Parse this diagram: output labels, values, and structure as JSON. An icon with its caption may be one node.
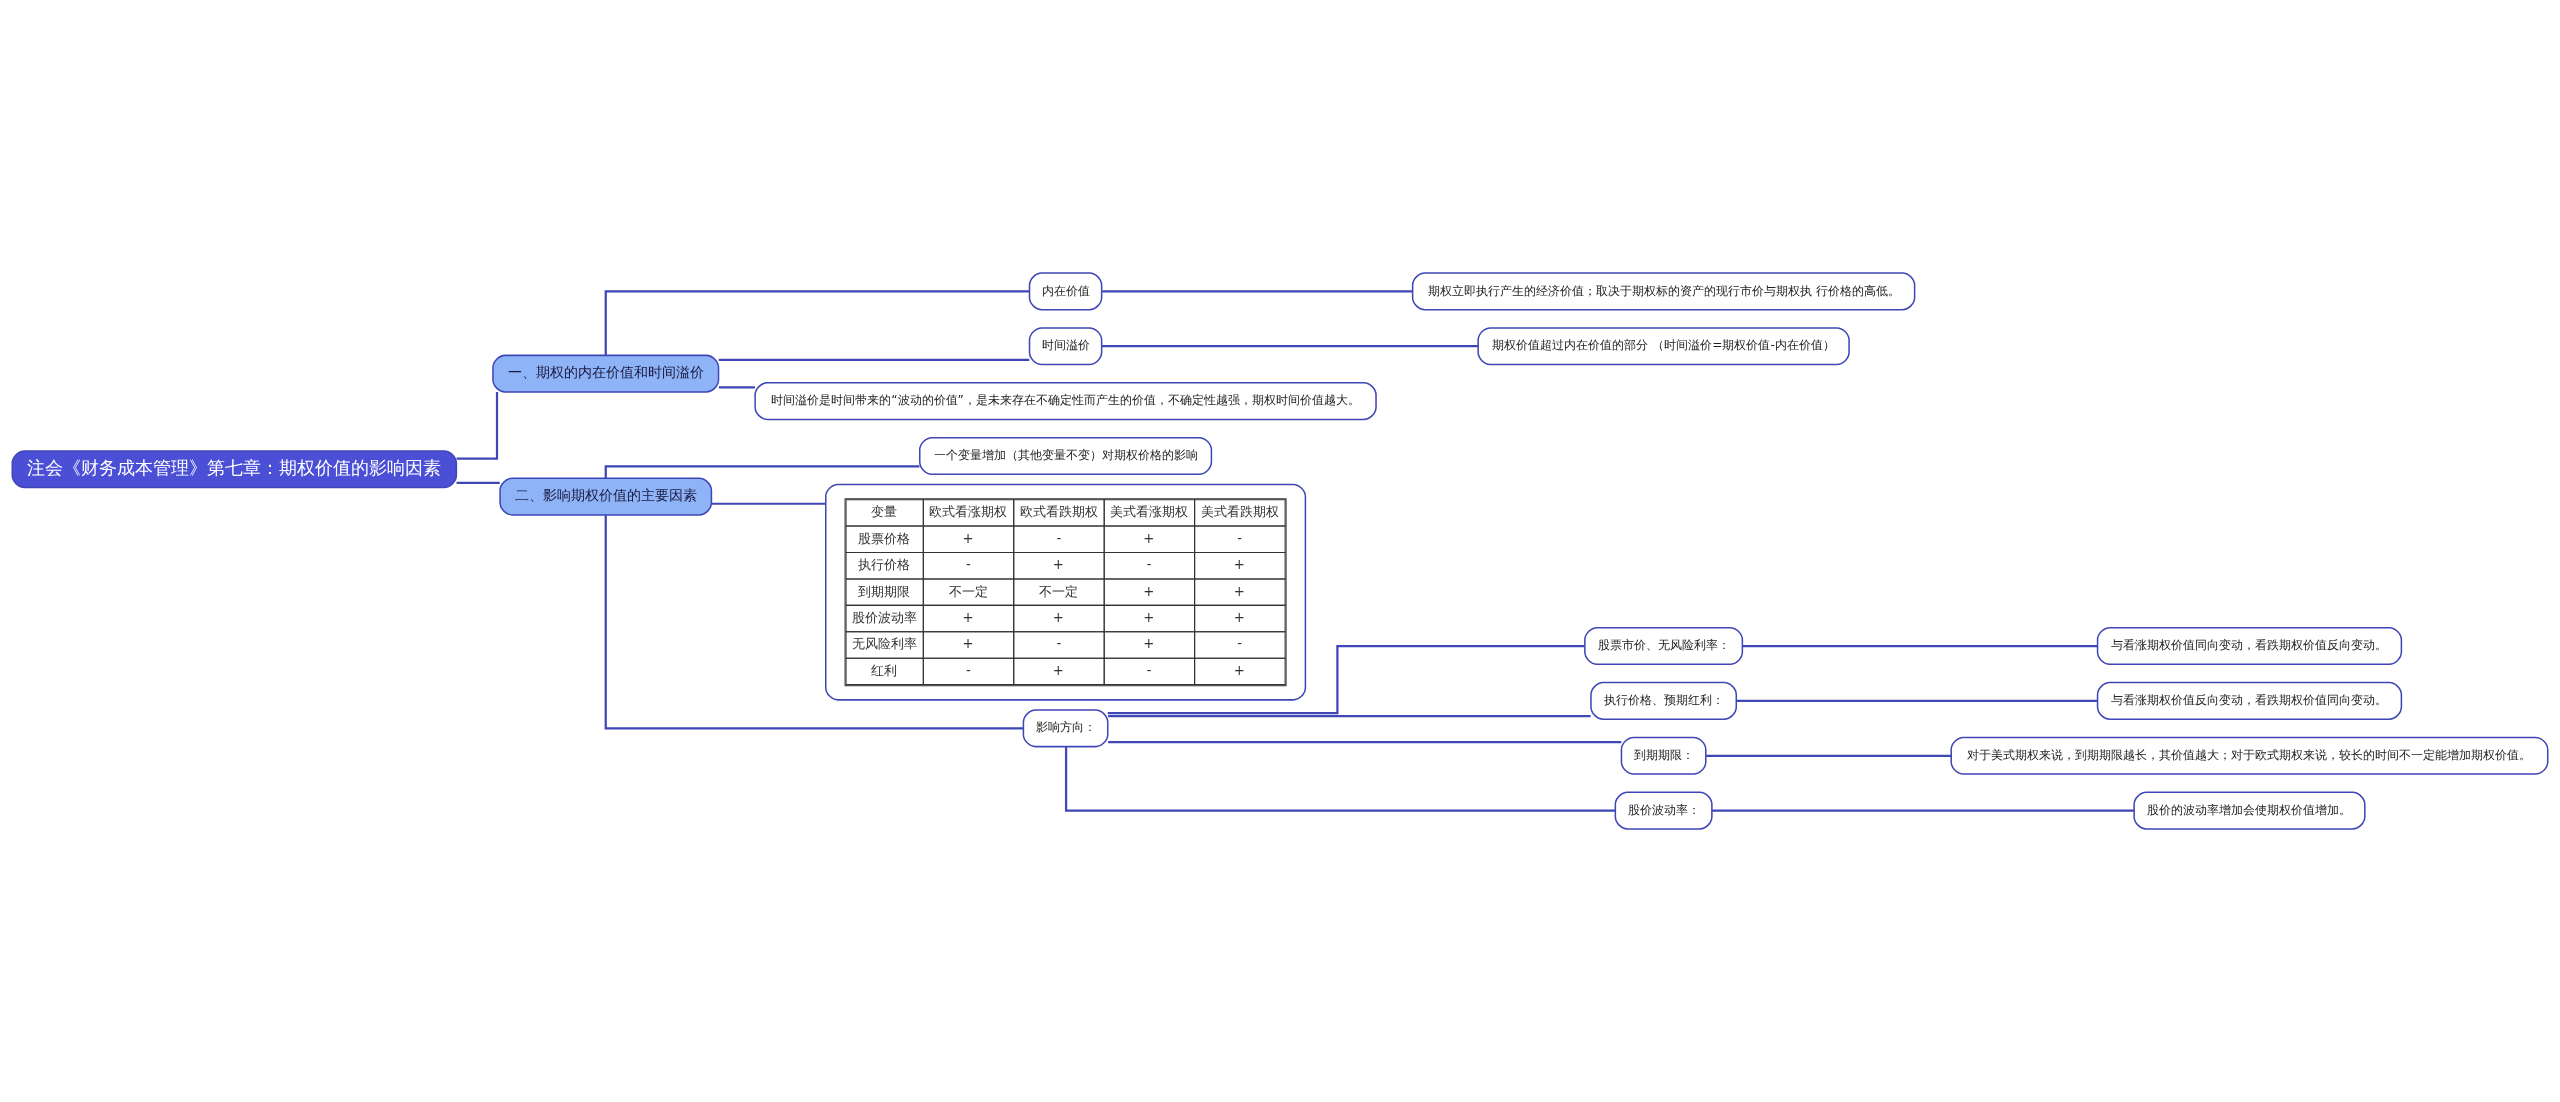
{
  "diagram": {
    "nodes": [
      {
        "text": [
          "注会《财务成本管理》第七章：期权价值的影响因素"
        ]
      },
      {
        "text": [
          "一、期权的内在价值和时间溢价"
        ]
      },
      {
        "text": [
          "内在价值"
        ]
      },
      {
        "text": [
          "期权立即执行产生的经济价值；取决于期权标的资产的现行市价与期权执 行价格的高低。"
        ]
      },
      {
        "text": [
          "时间溢价"
        ]
      },
      {
        "text": [
          "期权价值超过内在价值的部分 （时间溢价=期权价值-内在价值）"
        ]
      },
      {
        "text": [
          "时间溢价是时间带来的“波动的价值”，是未来存在不确定性而产生的价值，不确定性越强，期权时间价值越大。"
        ]
      },
      {
        "text": [
          "二、影响期权价值的主要因素"
        ]
      },
      {
        "text": [
          "一个变量增加（其他变量不变）对期权价格的影响"
        ]
      },
      {
        "text": [],
        "shape": "box"
      },
      {
        "text": [
          "影响方向："
        ]
      },
      {
        "text": [
          "股票市价、无风险利率："
        ]
      },
      {
        "text": [
          "与看涨期权价值同向变动，看跌期权价值反向变动。"
        ]
      },
      {
        "text": [
          "执行价格、预期红利："
        ]
      },
      {
        "text": [
          "与看涨期权价值反向变动，看跌期权价值同向变动。"
        ]
      },
      {
        "text": [
          "到期期限："
        ]
      },
      {
        "text": [
          "对于美式期权来说，到期期限越长，其价值越大；对于欧式期权来说，较长的时间不一定能增加期权价值。"
        ]
      },
      {
        "text": [
          "股价波动率："
        ]
      },
      {
        "text": [
          "股价的波动率增加会使期权价值增加。"
        ]
      }
    ],
    "edges": [
      {
        "from": 0,
        "to": 1,
        "arrow": "none"
      },
      {
        "from": 1,
        "to": 2,
        "arrow": "none"
      },
      {
        "from": 2,
        "to": 3,
        "arrow": "none"
      },
      {
        "from": 1,
        "to": 4,
        "arrow": "none"
      },
      {
        "from": 4,
        "to": 5,
        "arrow": "none"
      },
      {
        "from": 1,
        "to": 6,
        "arrow": "none"
      },
      {
        "from": 0,
        "to": 7,
        "arrow": "none"
      },
      {
        "from": 7,
        "to": 8,
        "arrow": "none"
      },
      {
        "from": 7,
        "to": 9,
        "arrow": "none"
      },
      {
        "from": 7,
        "to": 10,
        "arrow": "none"
      },
      {
        "from": 10,
        "to": 11,
        "arrow": "none"
      },
      {
        "from": 11,
        "to": 12,
        "arrow": "none"
      },
      {
        "from": 10,
        "to": 13,
        "arrow": "none"
      },
      {
        "from": 13,
        "to": 14,
        "arrow": "none"
      },
      {
        "from": 10,
        "to": 15,
        "arrow": "none"
      },
      {
        "from": 15,
        "to": 16,
        "arrow": "none"
      },
      {
        "from": 10,
        "to": 17,
        "arrow": "none"
      },
      {
        "from": 17,
        "to": 18,
        "arrow": "none"
      }
    ],
    "labels": [
      "变量",
      "欧式看涨期权",
      "欧式看跌期权",
      "美式看涨期权",
      "美式看跌期权",
      "股票价格",
      "+",
      "-",
      "+",
      "-",
      "执行价格",
      "-",
      "+",
      "-",
      "+",
      "到期期限",
      "不一定",
      "不一定",
      "+",
      "+",
      "股价波动率",
      "+",
      "+",
      "+",
      "+",
      "无风险利率",
      "+",
      "-",
      "+",
      "-",
      "红利",
      "-",
      "+",
      "-",
      "+"
    ]
  }
}
